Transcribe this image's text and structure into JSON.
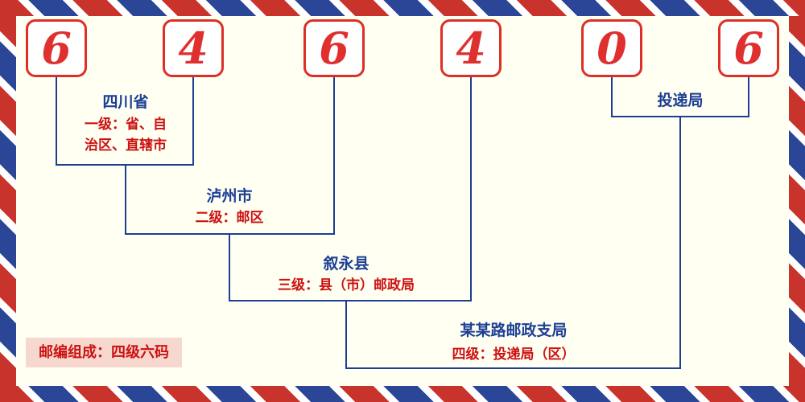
{
  "postal_code": {
    "digits": [
      "6",
      "4",
      "6",
      "4",
      "0",
      "6"
    ]
  },
  "levels": [
    {
      "name": "四川省",
      "desc_lines": [
        "一级：省、自",
        "治区、直辖市"
      ]
    },
    {
      "name": "泸州市",
      "desc": "二级：邮区"
    },
    {
      "name": "叙永县",
      "desc": "三级：县（市）邮政局"
    },
    {
      "name": "某某路邮政支局",
      "desc": "四级：投递局（区）"
    },
    {
      "name": "投递局"
    }
  ],
  "footer": {
    "composition": "邮编组成：四级六码"
  },
  "colors": {
    "stripe_red": "#c8342c",
    "stripe_blue": "#2b4696",
    "digit_red": "#e02f2f",
    "box_border_red": "#dd2f26",
    "label_blue": "#1c3f94",
    "desc_red": "#cc1111",
    "background": "#fffff2",
    "badge_background": "#f6d8cf"
  }
}
